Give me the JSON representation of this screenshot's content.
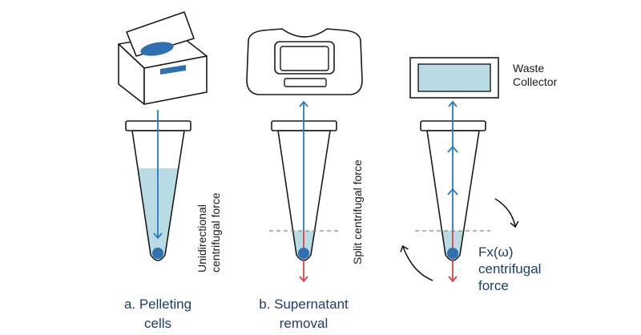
{
  "colors": {
    "outline": "#1a1a1a",
    "liquid": "#b9dbe4",
    "blue": "#2b7bbd",
    "red": "#e0404a",
    "pellet": "#2f70b0",
    "caption": "#1f3d6e",
    "dashed": "#888888"
  },
  "panel_a": {
    "force_label_line1": "Unidirectional",
    "force_label_line2": "centrifugal force",
    "caption_line1": "a. Pelleting",
    "caption_line2": "cells"
  },
  "panel_b": {
    "force_label": "Split centrifugal force",
    "caption_line1": "b. Supernatant",
    "caption_line2": "removal"
  },
  "panel_c": {
    "waste_line1": "Waste",
    "waste_line2": "Collector",
    "force_line1": "Fx(ω)",
    "force_line2": "centrifugal",
    "force_line3": "force"
  }
}
